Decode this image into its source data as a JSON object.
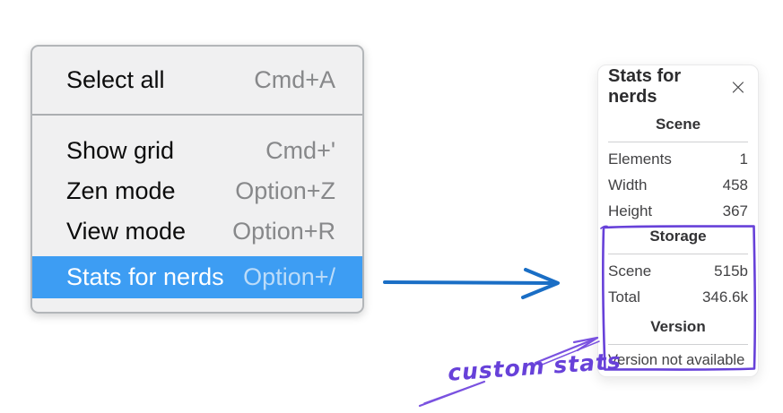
{
  "context_menu": {
    "items": [
      {
        "label": "Select all",
        "shortcut": "Cmd+A"
      },
      {
        "label": "Show grid",
        "shortcut": "Cmd+'"
      },
      {
        "label": "Zen mode",
        "shortcut": "Option+Z"
      },
      {
        "label": "View mode",
        "shortcut": "Option+R"
      },
      {
        "label": "Stats for nerds",
        "shortcut": "Option+/"
      }
    ],
    "highlighted_item": "Stats for nerds",
    "highlight_color": "#3d9df3"
  },
  "stats_panel": {
    "title": "Stats for nerds",
    "close_label": "×",
    "sections": [
      {
        "heading": "Scene",
        "rows": [
          {
            "label": "Elements",
            "value": "1"
          },
          {
            "label": "Width",
            "value": "458"
          },
          {
            "label": "Height",
            "value": "367"
          }
        ]
      },
      {
        "heading": "Storage",
        "rows": [
          {
            "label": "Scene",
            "value": "515b"
          },
          {
            "label": "Total",
            "value": "346.6k"
          }
        ]
      },
      {
        "heading": "Version",
        "note": "Version not available"
      }
    ]
  },
  "annotation": {
    "label": "custom stats",
    "color": "#6741d9"
  },
  "colors": {
    "arrow_blue": "#1a6ec5",
    "sketch_purple": "#6741d9",
    "menu_highlight": "#3d9df3"
  }
}
